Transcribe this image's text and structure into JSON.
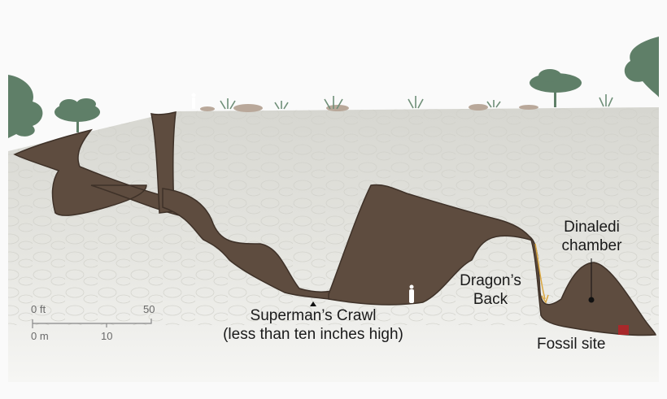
{
  "labels": {
    "supermans_crawl": "Superman’s Crawl",
    "supermans_crawl_note": "(less than ten inches high)",
    "dragons_back_1": "Dragon’s",
    "dragons_back_2": "Back",
    "dinaledi_1": "Dinaledi",
    "dinaledi_2": "chamber",
    "fossil_site": "Fossil site"
  },
  "scale_bar": {
    "ft_start": "0 ft",
    "ft_end": "50",
    "m_start": "0 m",
    "m_mid": "10"
  },
  "colors": {
    "cave": "#5e4c3f",
    "rock": "#dcdcd6",
    "vegetation": "#5f7f68",
    "fossil_marker": "#a8282a",
    "path_arrow": "#d9a640"
  }
}
